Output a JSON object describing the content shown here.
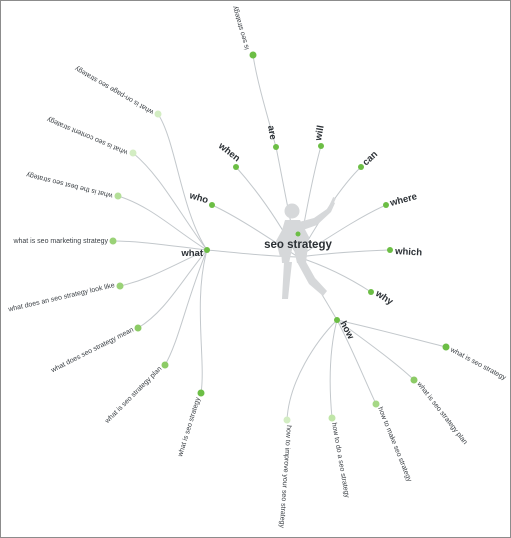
{
  "colors": {
    "edge": "#c3c8cc",
    "branch_node": "#6cbe45",
    "leaf_strong": "#6cbe45",
    "leaf_medium": "#9ad277",
    "leaf_light": "#d3edc3",
    "figure": "#d6d8da"
  },
  "icons": {
    "figure": "stick-figure-silhouette-icon"
  },
  "diagram": {
    "root": "seo strategy",
    "branches": [
      {
        "label": "what"
      },
      {
        "label": "are"
      },
      {
        "label": "will"
      },
      {
        "label": "when"
      },
      {
        "label": "can"
      },
      {
        "label": "who"
      },
      {
        "label": "where"
      },
      {
        "label": "which"
      },
      {
        "label": "why"
      },
      {
        "label": "how"
      }
    ],
    "leaves": [
      {
        "label": "is seo strategy",
        "strength": "strong"
      },
      {
        "label": "what is on-page seo strategy",
        "strength": "light"
      },
      {
        "label": "what is seo content strategy",
        "strength": "light"
      },
      {
        "label": "what is the best seo strategy",
        "strength": "medium"
      },
      {
        "label": "what is seo marketing strategy",
        "strength": "medium"
      },
      {
        "label": "what does an seo strategy look like",
        "strength": "medium"
      },
      {
        "label": "what does seo strategy mean",
        "strength": "medium"
      },
      {
        "label": "what is seo strategy plan",
        "strength": "medium"
      },
      {
        "label": "what is seo strategy",
        "strength": "strong"
      },
      {
        "label": "how to improve your seo strategy",
        "strength": "light"
      },
      {
        "label": "how to do a seo strategy",
        "strength": "light"
      },
      {
        "label": "how to make seo strategy",
        "strength": "medium"
      },
      {
        "label": "what is seo strategy plan",
        "strength": "medium"
      },
      {
        "label": "what is seo strategy",
        "strength": "strong"
      }
    ]
  }
}
